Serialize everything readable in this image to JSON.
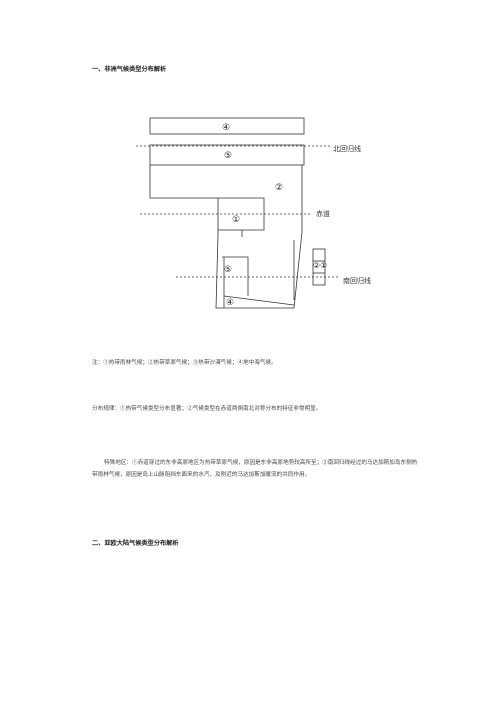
{
  "section1": {
    "heading": "一、非洲气候类型分布解析"
  },
  "diagram": {
    "region_labels": [
      "④",
      "⑤",
      "②",
      "①",
      "⑤",
      "④",
      "②①"
    ],
    "line_labels": {
      "tropic_cancer": "北回归线",
      "equator": "赤道",
      "tropic_capricorn": "南回归线"
    }
  },
  "note": "注：①热带雨林气候；②热带草原气候；③热带沙漠气候；④地中海气候。",
  "rule": "分布规律：①热带气候类型分布显著；②气候类型在赤道两侧南北对称分布的特征非常明显。",
  "special": "特殊地区：①赤道穿过的东非高原地区为热带草原气候，原因是东非高原地势较高所至；②南回归线经过的马达加斯加岛东侧热带雨林气候，原因是岛上山脉阻挡东面来的水汽，及附近的马达加斯加暖流的共同作用。",
  "section2": {
    "heading": "二、亚欧大陆气候类型分布解析"
  }
}
